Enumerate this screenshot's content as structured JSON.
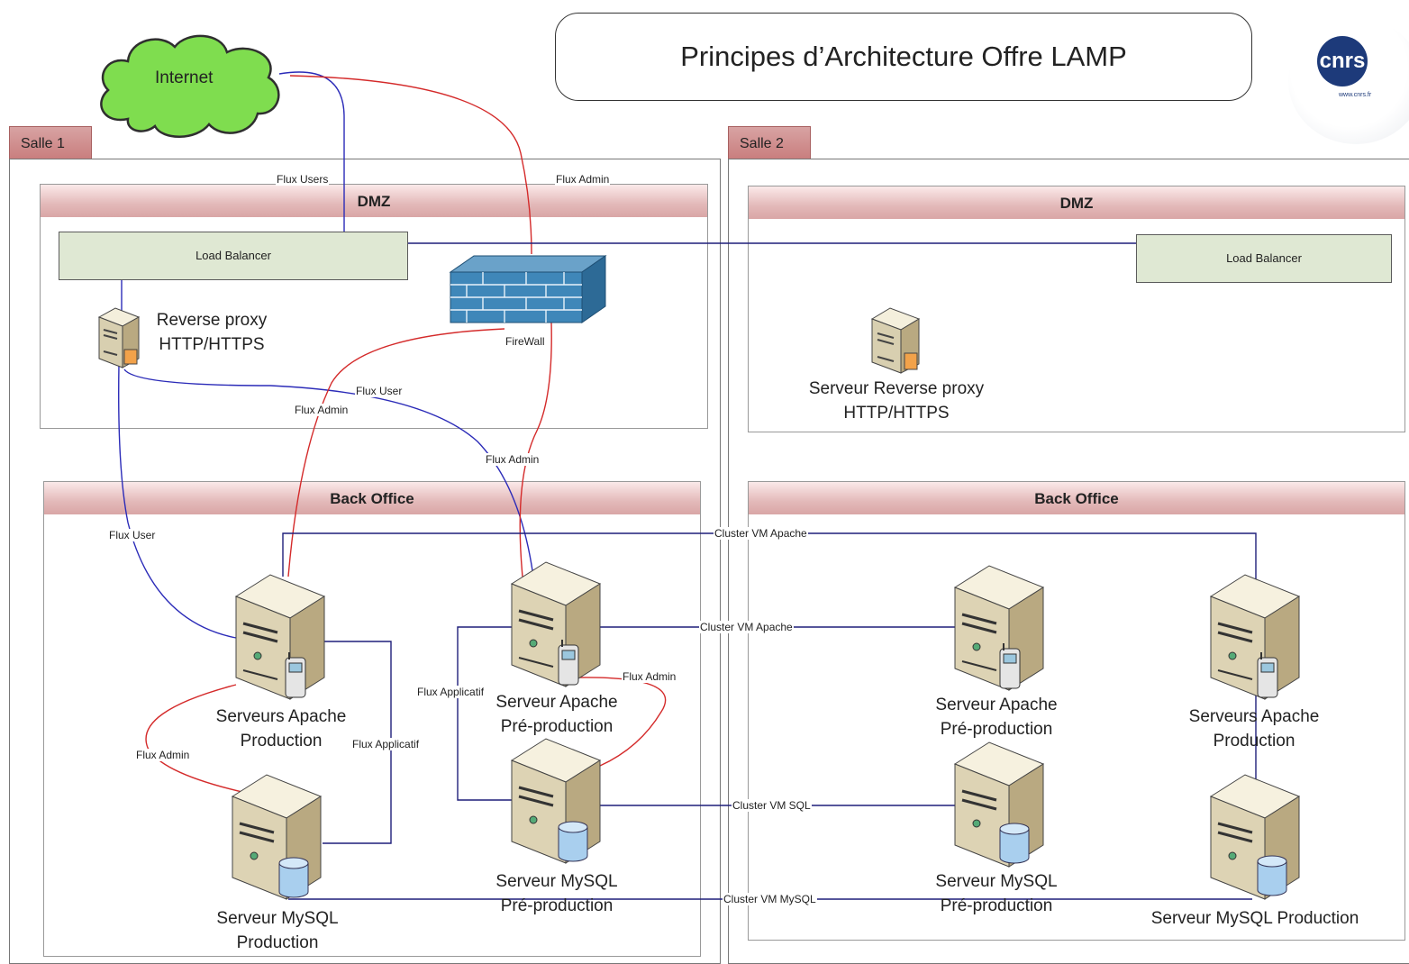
{
  "title": "Principes d’Architecture Offre LAMP",
  "logo": {
    "mark": "cnrs",
    "url": "www.cnrs.fr"
  },
  "internet": "Internet",
  "salle1": {
    "tab": "Salle 1",
    "dmz": {
      "title": "DMZ",
      "load_balancer": "Load Balancer",
      "reverse_proxy": [
        "Reverse proxy",
        "HTTP/HTTPS"
      ],
      "firewall": "FireWall"
    },
    "back_office": {
      "title": "Back Office",
      "apache_prod": [
        "Serveurs Apache",
        "Production"
      ],
      "apache_preprod": [
        "Serveur Apache",
        "Pré-production"
      ],
      "mysql_prod": [
        "Serveur MySQL",
        "Production"
      ],
      "mysql_preprod": [
        "Serveur MySQL",
        "Pré-production"
      ]
    }
  },
  "salle2": {
    "tab": "Salle 2",
    "dmz": {
      "title": "DMZ",
      "load_balancer": "Load Balancer",
      "reverse_proxy": [
        "Serveur Reverse proxy",
        "HTTP/HTTPS"
      ]
    },
    "back_office": {
      "title": "Back Office",
      "apache_preprod": [
        "Serveur Apache",
        "Pré-production"
      ],
      "apache_prod": [
        "Serveurs Apache",
        "Production"
      ],
      "mysql_preprod": [
        "Serveur MySQL",
        "Pré-production"
      ],
      "mysql_prod": "Serveur MySQL Production"
    }
  },
  "flows": {
    "flux_users": "Flux Users",
    "flux_admin": "Flux Admin",
    "flux_user": "Flux User",
    "flux_applicatif": "Flux Applicatif",
    "cluster_apache": "Cluster VM Apache",
    "cluster_sql": "Cluster VM SQL",
    "cluster_mysql": "Cluster VM MySQL"
  },
  "colors": {
    "user_flow": "#2b2bb8",
    "admin_flow": "#d42a2a",
    "cluster_link": "#1f1f7a",
    "zone_header": "#d9a6a6",
    "load_balancer": "#dfe8d3"
  },
  "icons": [
    "cloud-icon",
    "server-icon",
    "firewall-icon",
    "database-icon",
    "mobile-phone-icon"
  ]
}
